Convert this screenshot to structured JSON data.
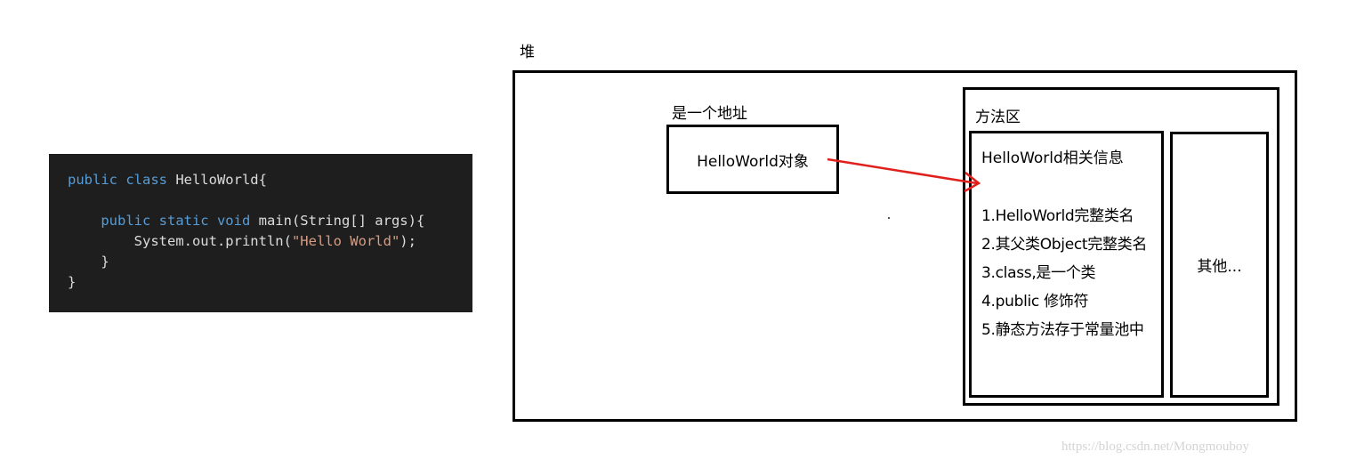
{
  "code": {
    "lines": [
      [
        {
          "t": "public class",
          "k": "kw"
        },
        {
          "t": " HelloWorld{",
          "k": "plain"
        }
      ],
      [],
      [
        {
          "t": "    ",
          "k": "plain"
        },
        {
          "t": "public static void",
          "k": "kw"
        },
        {
          "t": " main(String[] args){",
          "k": "plain"
        }
      ],
      [
        {
          "t": "        System.out.println(",
          "k": "plain"
        },
        {
          "t": "\"Hello World\"",
          "k": "str"
        },
        {
          "t": ");",
          "k": "plain"
        }
      ],
      [
        {
          "t": "    }",
          "k": "plain"
        }
      ],
      [
        {
          "t": "}",
          "k": "plain"
        }
      ]
    ]
  },
  "heap": {
    "label": "堆",
    "address_label": "是一个地址",
    "object_label": "HelloWorld对象",
    "method_area": {
      "label": "方法区",
      "info_title": "HelloWorld相关信息",
      "info_items": [
        "1.HelloWorld完整类名",
        "2.其父类Object完整类名",
        "3.class,是一个类",
        "4.public 修饰符",
        "5.静态方法存于常量池中"
      ],
      "other_label": "其他..."
    }
  },
  "watermark": "https://blog.csdn.net/Mongmouboy",
  "colors": {
    "code_bg": "#1e1e1e",
    "keyword": "#569cd6",
    "string": "#d69d85",
    "arrow": "#e0201c"
  }
}
